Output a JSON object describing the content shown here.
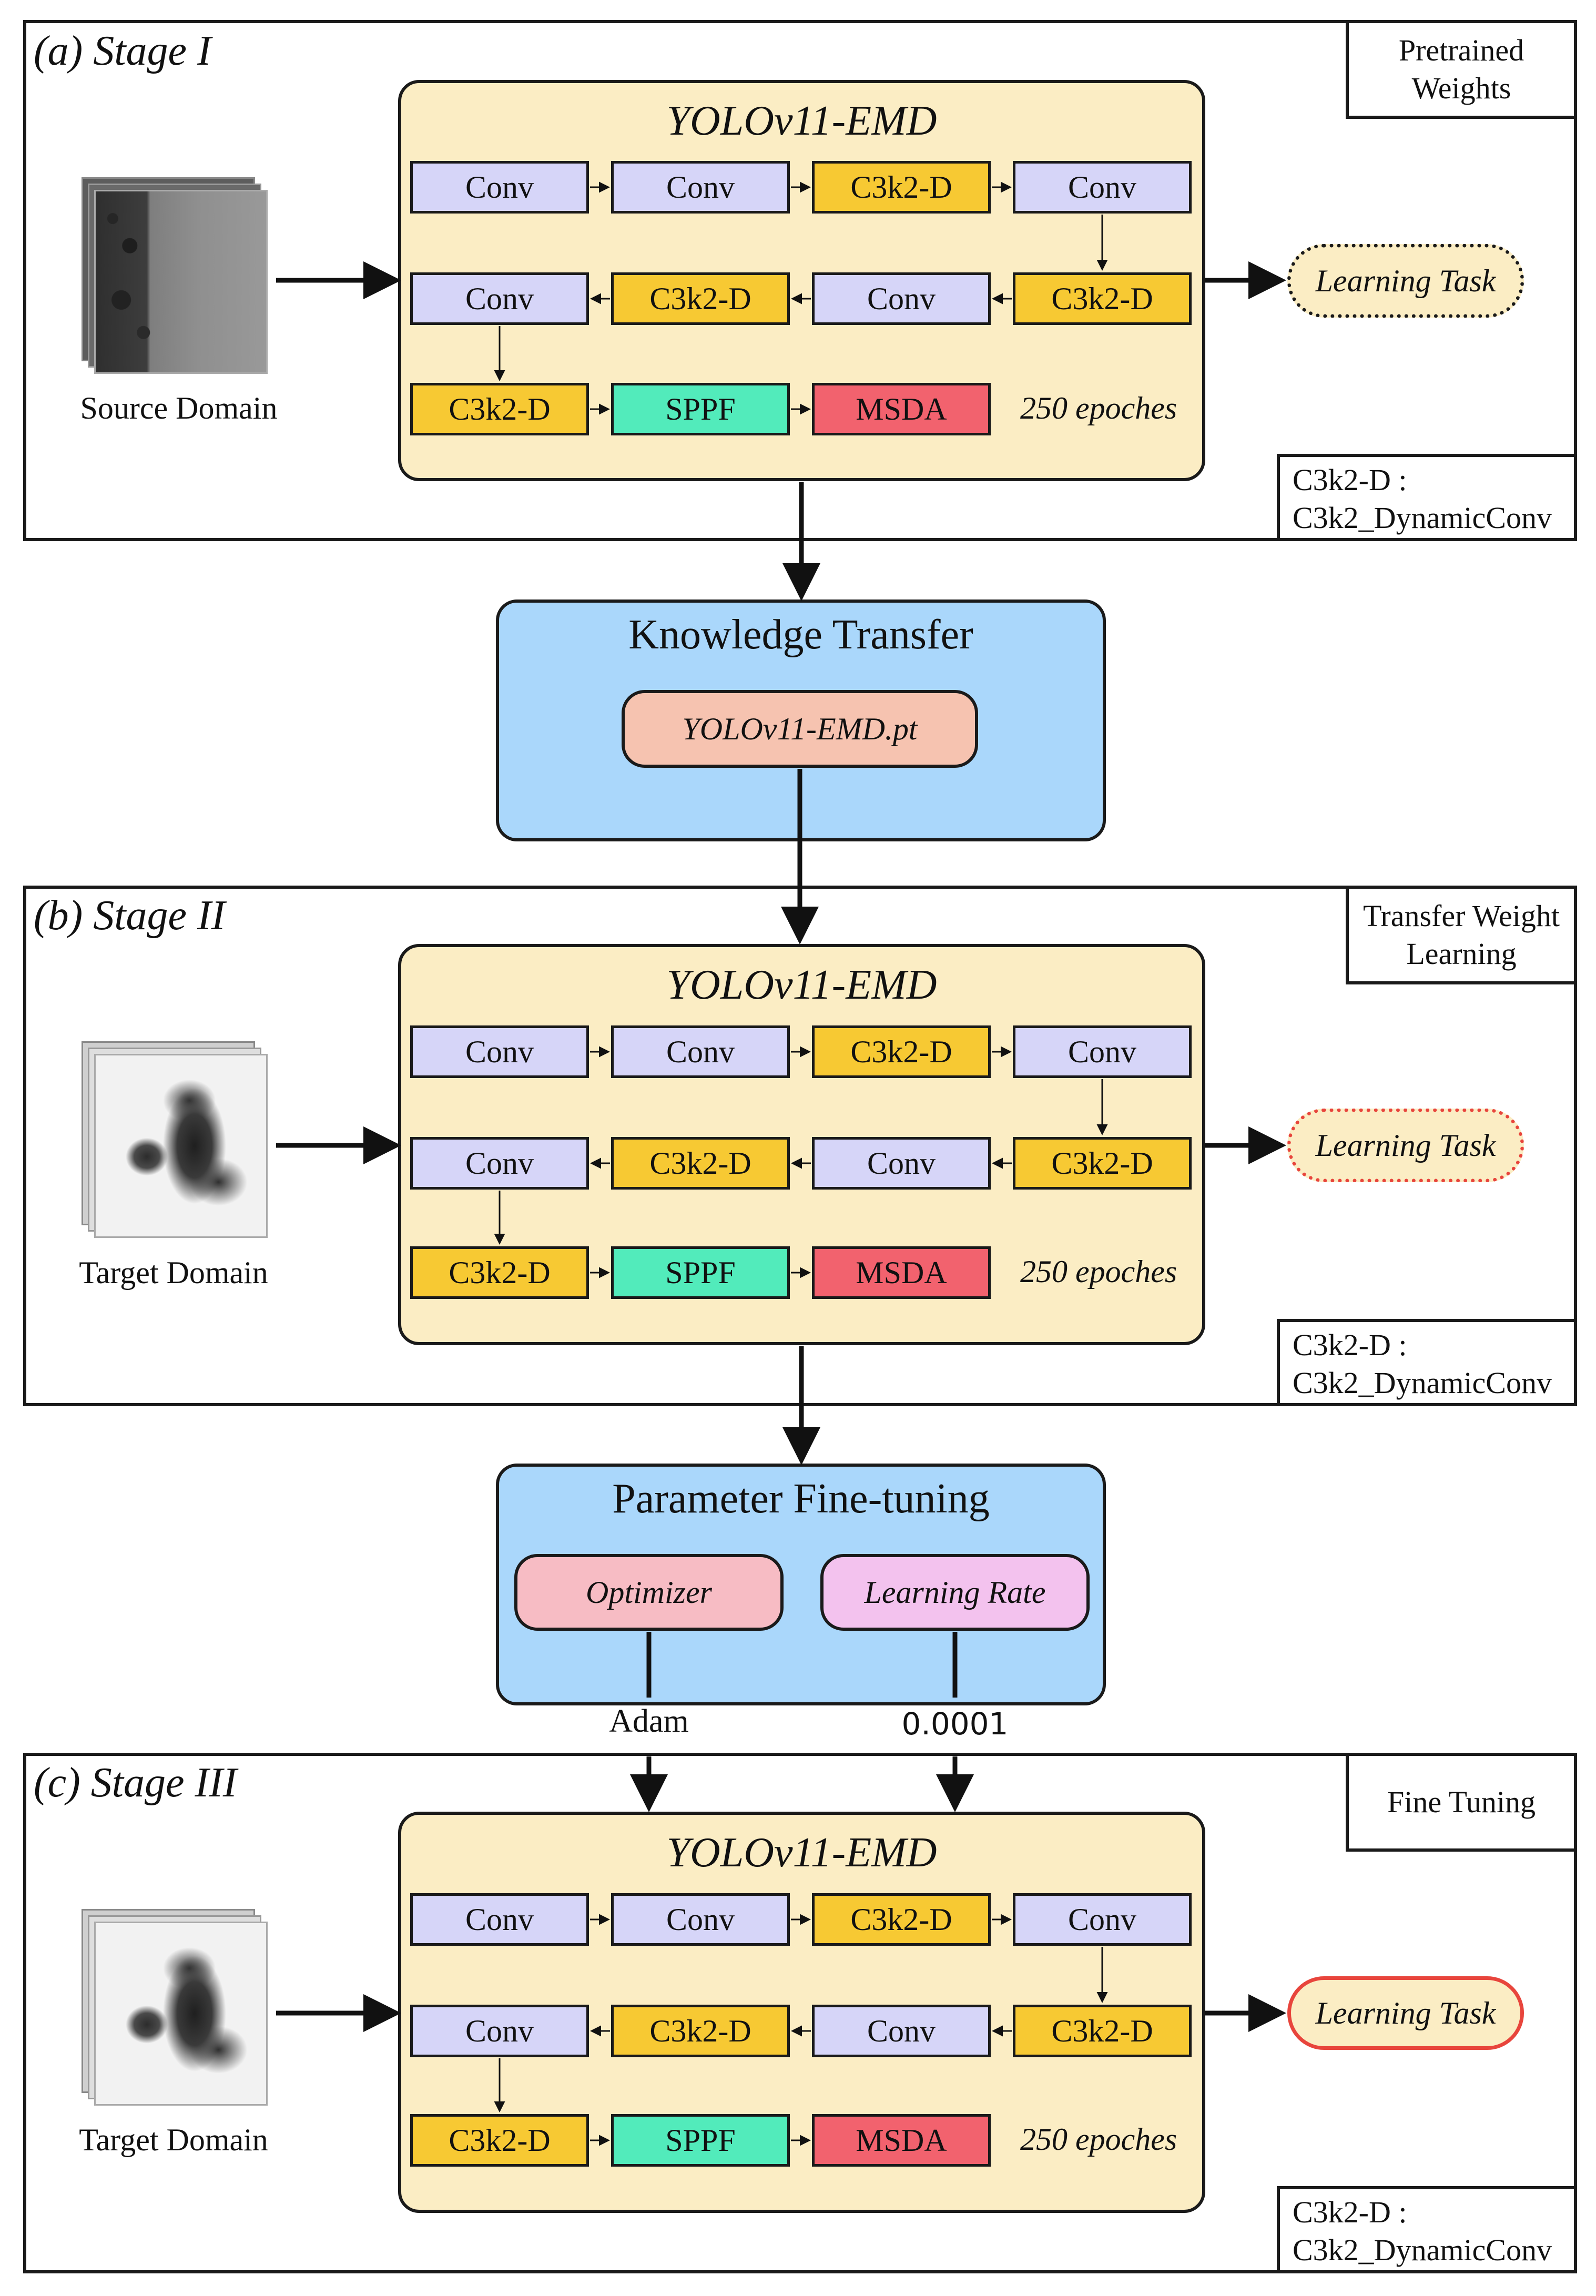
{
  "stages": [
    {
      "title": "(a) Stage I",
      "tag": "Pretrained\nWeights",
      "model_title": "YOLOv11-EMD",
      "row1": [
        "Conv",
        "Conv",
        "C3k2-D",
        "Conv"
      ],
      "row2": [
        "Conv",
        "C3k2-D",
        "Conv",
        "C3k2-D"
      ],
      "row3": [
        "C3k2-D",
        "SPPF",
        "MSDA"
      ],
      "epochs": "250 epoches",
      "domain": "Source Domain",
      "task": "Learning Task",
      "task_style": "dotted",
      "task_color": "#1a1a1a",
      "legend_line1": "C3k2-D :",
      "legend_line2": "C3k2_DynamicConv"
    },
    {
      "title": "(b) Stage II",
      "tag": "Transfer Weight\nLearning",
      "model_title": "YOLOv11-EMD",
      "row1": [
        "Conv",
        "Conv",
        "C3k2-D",
        "Conv"
      ],
      "row2": [
        "Conv",
        "C3k2-D",
        "Conv",
        "C3k2-D"
      ],
      "row3": [
        "C3k2-D",
        "SPPF",
        "MSDA"
      ],
      "epochs": "250 epoches",
      "domain": "Target Domain",
      "task": "Learning Task",
      "task_style": "dotted",
      "task_color": "#e8453c",
      "legend_line1": "C3k2-D :",
      "legend_line2": "C3k2_DynamicConv"
    },
    {
      "title": "(c) Stage III",
      "tag": "Fine Tuning",
      "model_title": "YOLOv11-EMD",
      "row1": [
        "Conv",
        "Conv",
        "C3k2-D",
        "Conv"
      ],
      "row2": [
        "Conv",
        "C3k2-D",
        "Conv",
        "C3k2-D"
      ],
      "row3": [
        "C3k2-D",
        "SPPF",
        "MSDA"
      ],
      "epochs": "250 epoches",
      "domain": "Target Domain",
      "task": "Learning Task",
      "task_style": "solid",
      "task_color": "#e8453c",
      "legend_line1": "C3k2-D :",
      "legend_line2": "C3k2_DynamicConv"
    }
  ],
  "knowledge_transfer": {
    "title": "Knowledge Transfer",
    "file": "YOLOv11-EMD.pt"
  },
  "fine_tuning": {
    "title": "Parameter Fine-tuning",
    "optimizer_label": "Optimizer",
    "lr_label": "Learning Rate",
    "optimizer_value": "Adam",
    "lr_value": "0.0001"
  },
  "colors": {
    "conv": "#d6d5f8",
    "c3k2": "#f7c933",
    "sppf": "#52ebbb",
    "msda": "#f2626e",
    "model_bg": "#fbedc4",
    "blue_box": "#aad7fb",
    "file_pill": "#f6c3b0",
    "optimizer_pill": "#f7bcc4",
    "lr_pill": "#f3c2ee"
  }
}
